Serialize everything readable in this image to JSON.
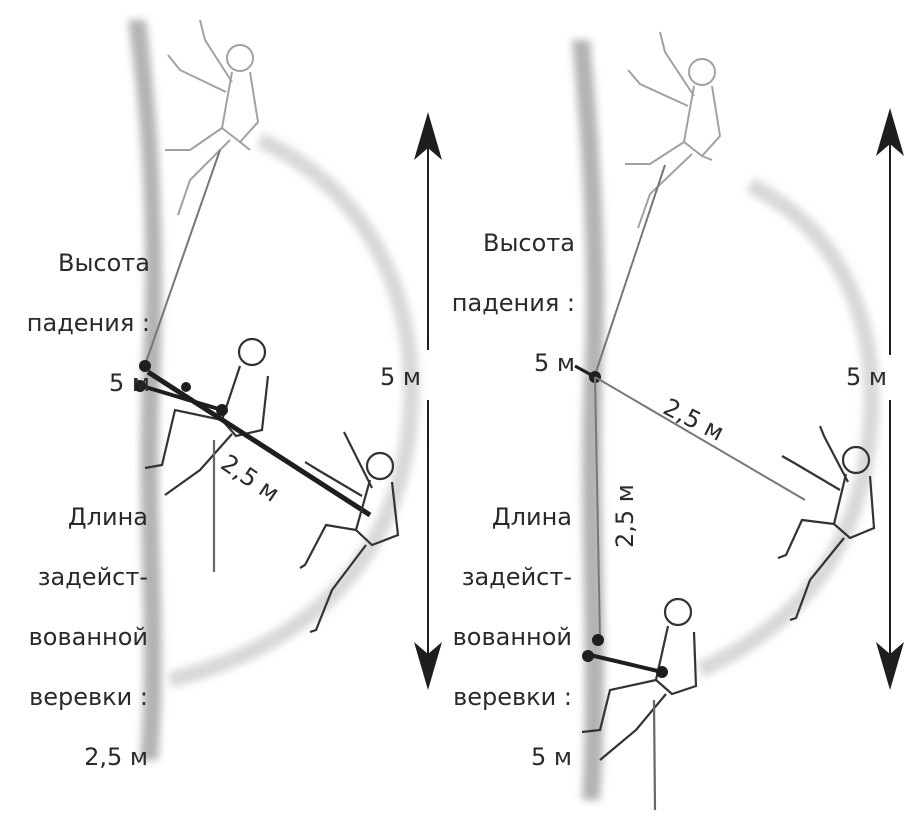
{
  "left_panel": {
    "fall_height_label": [
      "Высота",
      "падения :",
      "5 м"
    ],
    "rope_length_label": [
      "Длина",
      "задейст-",
      "вованной",
      "веревки :",
      "2,5 м"
    ],
    "segment_label": "2,5 м",
    "vertical_dimension_label": "5 м"
  },
  "right_panel": {
    "fall_height_label": [
      "Высота",
      "падения :",
      "5 м"
    ],
    "rope_length_label": [
      "Длина",
      "задейст-",
      "вованной",
      "веревки :",
      "5 м"
    ],
    "segment_diagonal_label": "2,5 м",
    "segment_vertical_label": "2,5 м",
    "vertical_dimension_label": "5 м"
  },
  "colors": {
    "wall": "#9a9a9a",
    "arc": "#b8b8b8",
    "line": "#1e1e1e",
    "figure": "#333333"
  }
}
